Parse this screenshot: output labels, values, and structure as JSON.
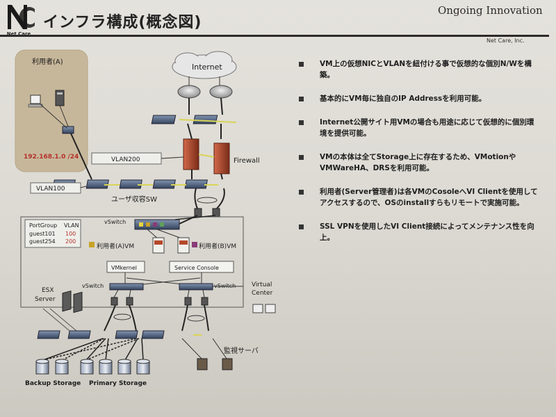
{
  "header": {
    "title": "インフラ構成(概念図)",
    "tagline": "Ongoing Innovation",
    "company": "Net Care, Inc.",
    "logo_text": "Net Care"
  },
  "diagram": {
    "internet": "Internet",
    "firewall": "Firewall",
    "vlan200": "VLAN200",
    "vlan100": "VLAN100",
    "user_sw": "ユーザ収容SW",
    "user_group": "利用者(A)",
    "user_subnet": "192.168.1.0 /24",
    "vswitch": "vSwitch",
    "portgroup_header": [
      "PortGroup",
      "VLAN"
    ],
    "portgroups": [
      {
        "name": "guest101",
        "vlan": "100"
      },
      {
        "name": "guest254",
        "vlan": "200"
      }
    ],
    "vm_a": "利用者(A)VM",
    "vm_b": "利用者(B)VM",
    "vmkernel": "VMkernel",
    "service_console": "Service Console",
    "esx_server": [
      "ESX",
      "Server"
    ],
    "virtual_center": [
      "Virtual",
      "Center"
    ],
    "monitor_server": "監視サーバ",
    "backup_storage": "Backup Storage",
    "primary_storage": "Primary Storage",
    "colors": {
      "vm_a": "#c9a227",
      "vm_b": "#8a3a78",
      "firewall": "#b5482a",
      "switch": "#4a5f7e"
    }
  },
  "bullets": [
    "VM上の仮想NICとVLANを紐付ける事で仮想的な個別N/Wを構築。",
    "基本的にVM毎に独自のIP Addressを利用可能。",
    "Internet公開サイト用VMの場合も用途に応じて仮想的に個別環境を提供可能。",
    "VMの本体は全てStorage上に存在するため、VMotionやVMWareHA、DRSを利用可能。",
    "利用者(Server管理者)は各VMのCosoleへVI Clientを使用してアクセスするので、OSのinstallすらもリモートで実施可能。",
    "SSL VPNを使用したVI Client接続によってメンテナンス性を向上。"
  ]
}
